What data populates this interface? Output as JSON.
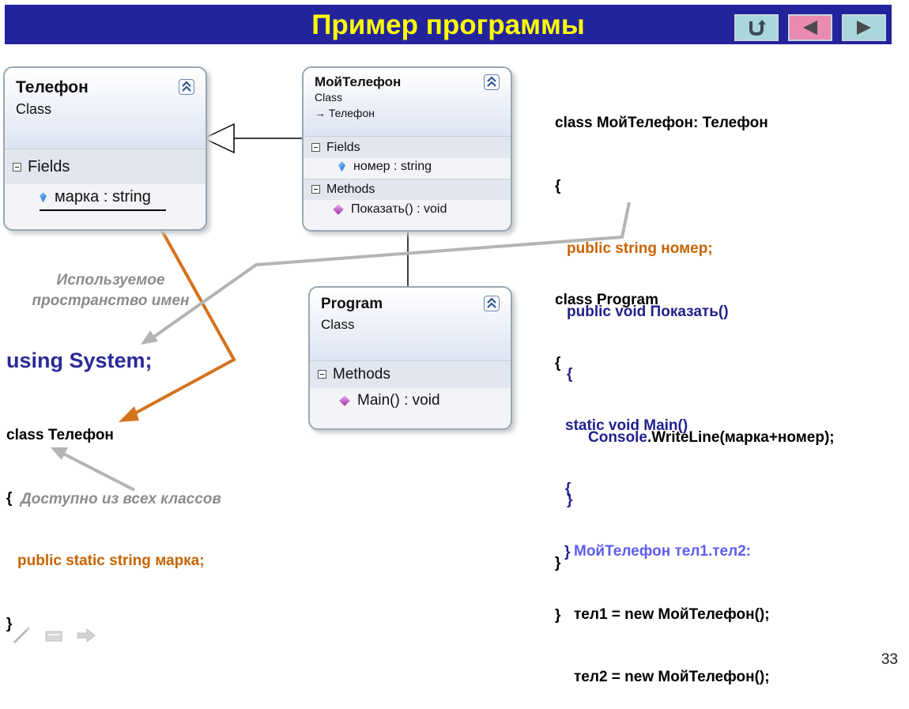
{
  "slide": {
    "title": "Пример программы",
    "page_number": "33"
  },
  "nav": {
    "return_icon": "return-arrow-icon",
    "prev_icon": "triangle-left-icon",
    "next_icon": "triangle-right-icon"
  },
  "uml": {
    "telefon": {
      "name": "Телефон",
      "stereotype": "Class",
      "fields_label": "Fields",
      "field": "марка : string"
    },
    "moi_telefon": {
      "name": "МойТелефон",
      "stereotype": "Class",
      "base": "→ Телефон",
      "fields_label": "Fields",
      "field": "номер : string",
      "methods_label": "Methods",
      "method": "Показать() : void"
    },
    "program": {
      "name": "Program",
      "stereotype": "Class",
      "methods_label": "Methods",
      "method": "Main() : void"
    }
  },
  "annotations": {
    "namespace": "Используемое пространство имен",
    "accessible": "Доступно из всех классов"
  },
  "left_code": {
    "using": "using System;",
    "class_decl": "class Телефон",
    "open": "{",
    "field": "public static string марка;",
    "close": "}"
  },
  "right_code": {
    "class1_decl": "class МойТелефон: Телефон",
    "open1": "{",
    "field": "public string номер;",
    "method_decl": "public void Показать()",
    "open2": "{",
    "console": "Console",
    "writeline": ".WriteLine(марка+номер);",
    "close2": "}",
    "close1": "}",
    "class2_decl": "class Program",
    "open3": "{",
    "main_decl": "static void Main()",
    "open4": "{",
    "var_decl": "МойТелефон тел1.тел2:",
    "stmt1": "тел1 = new МойТелефон();",
    "stmt2": "тел2 = new МойТелефон();",
    "close4": "}",
    "close3": "}"
  },
  "colors": {
    "title_bg": "#23239c",
    "title_text": "#ffff00",
    "keyword_orange": "#c86400",
    "keyword_navy": "#1f1f8e",
    "arrow_orange": "#d4731c",
    "arrow_gray": "#b4b4b4"
  }
}
